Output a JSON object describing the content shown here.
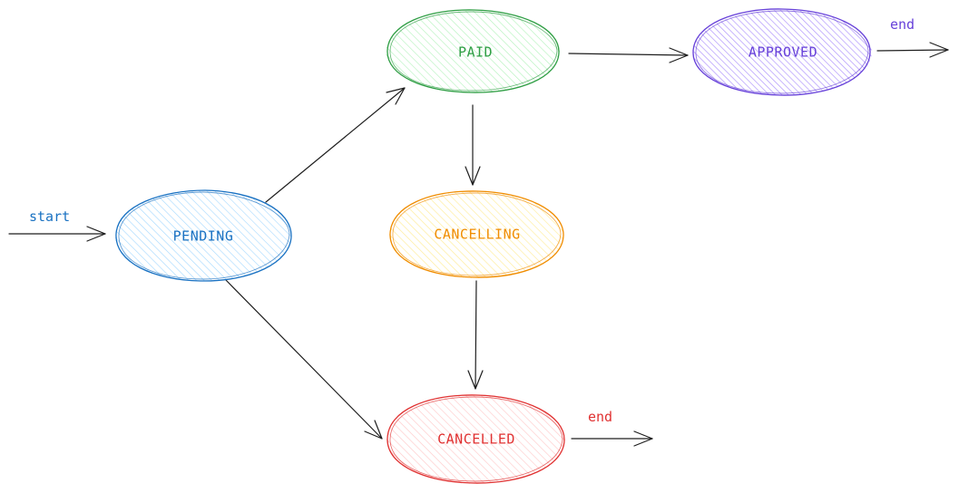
{
  "diagram": {
    "states": {
      "pending": {
        "label": "PENDING",
        "color": "#1971c2",
        "fill": "#a5d8ff"
      },
      "paid": {
        "label": "PAID",
        "color": "#2f9e44",
        "fill": "#b2f2bb"
      },
      "approved": {
        "label": "APPROVED",
        "color": "#6741d9",
        "fill": "#b197fc"
      },
      "cancelling": {
        "label": "CANCELLING",
        "color": "#f08c00",
        "fill": "#ffec99"
      },
      "cancelled": {
        "label": "CANCELLED",
        "color": "#e03131",
        "fill": "#ffc9c9"
      }
    },
    "labels": {
      "start": {
        "text": "start",
        "color": "#1971c2"
      },
      "end_approved": {
        "text": "end",
        "color": "#6741d9"
      },
      "end_cancelled": {
        "text": "end",
        "color": "#e03131"
      }
    },
    "edges": [
      {
        "from": "start",
        "to": "pending"
      },
      {
        "from": "pending",
        "to": "paid"
      },
      {
        "from": "pending",
        "to": "cancelled"
      },
      {
        "from": "paid",
        "to": "approved"
      },
      {
        "from": "paid",
        "to": "cancelling"
      },
      {
        "from": "cancelling",
        "to": "cancelled"
      },
      {
        "from": "approved",
        "to": "end"
      },
      {
        "from": "cancelled",
        "to": "end"
      }
    ],
    "line_color": "#1e1e1e"
  }
}
